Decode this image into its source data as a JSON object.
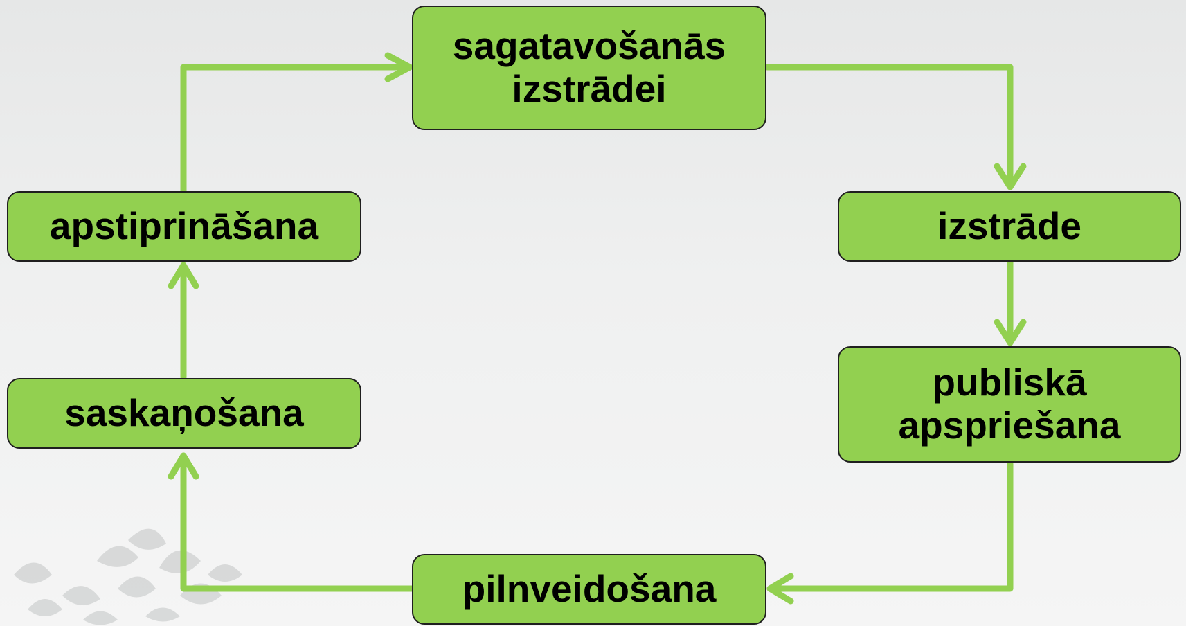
{
  "diagram": {
    "connector_color": "#92d050",
    "box_color": "#92d050",
    "nodes": {
      "sagatavosanas": "sagatavošanās\nizstrādei",
      "izstrade": "izstrāde",
      "publiska": "publiskā\napspriešana",
      "pilnveidosana": "pilnveidošana",
      "saskanosana": "saskaņošana",
      "apstiprinasana": "apstiprināšana"
    }
  }
}
